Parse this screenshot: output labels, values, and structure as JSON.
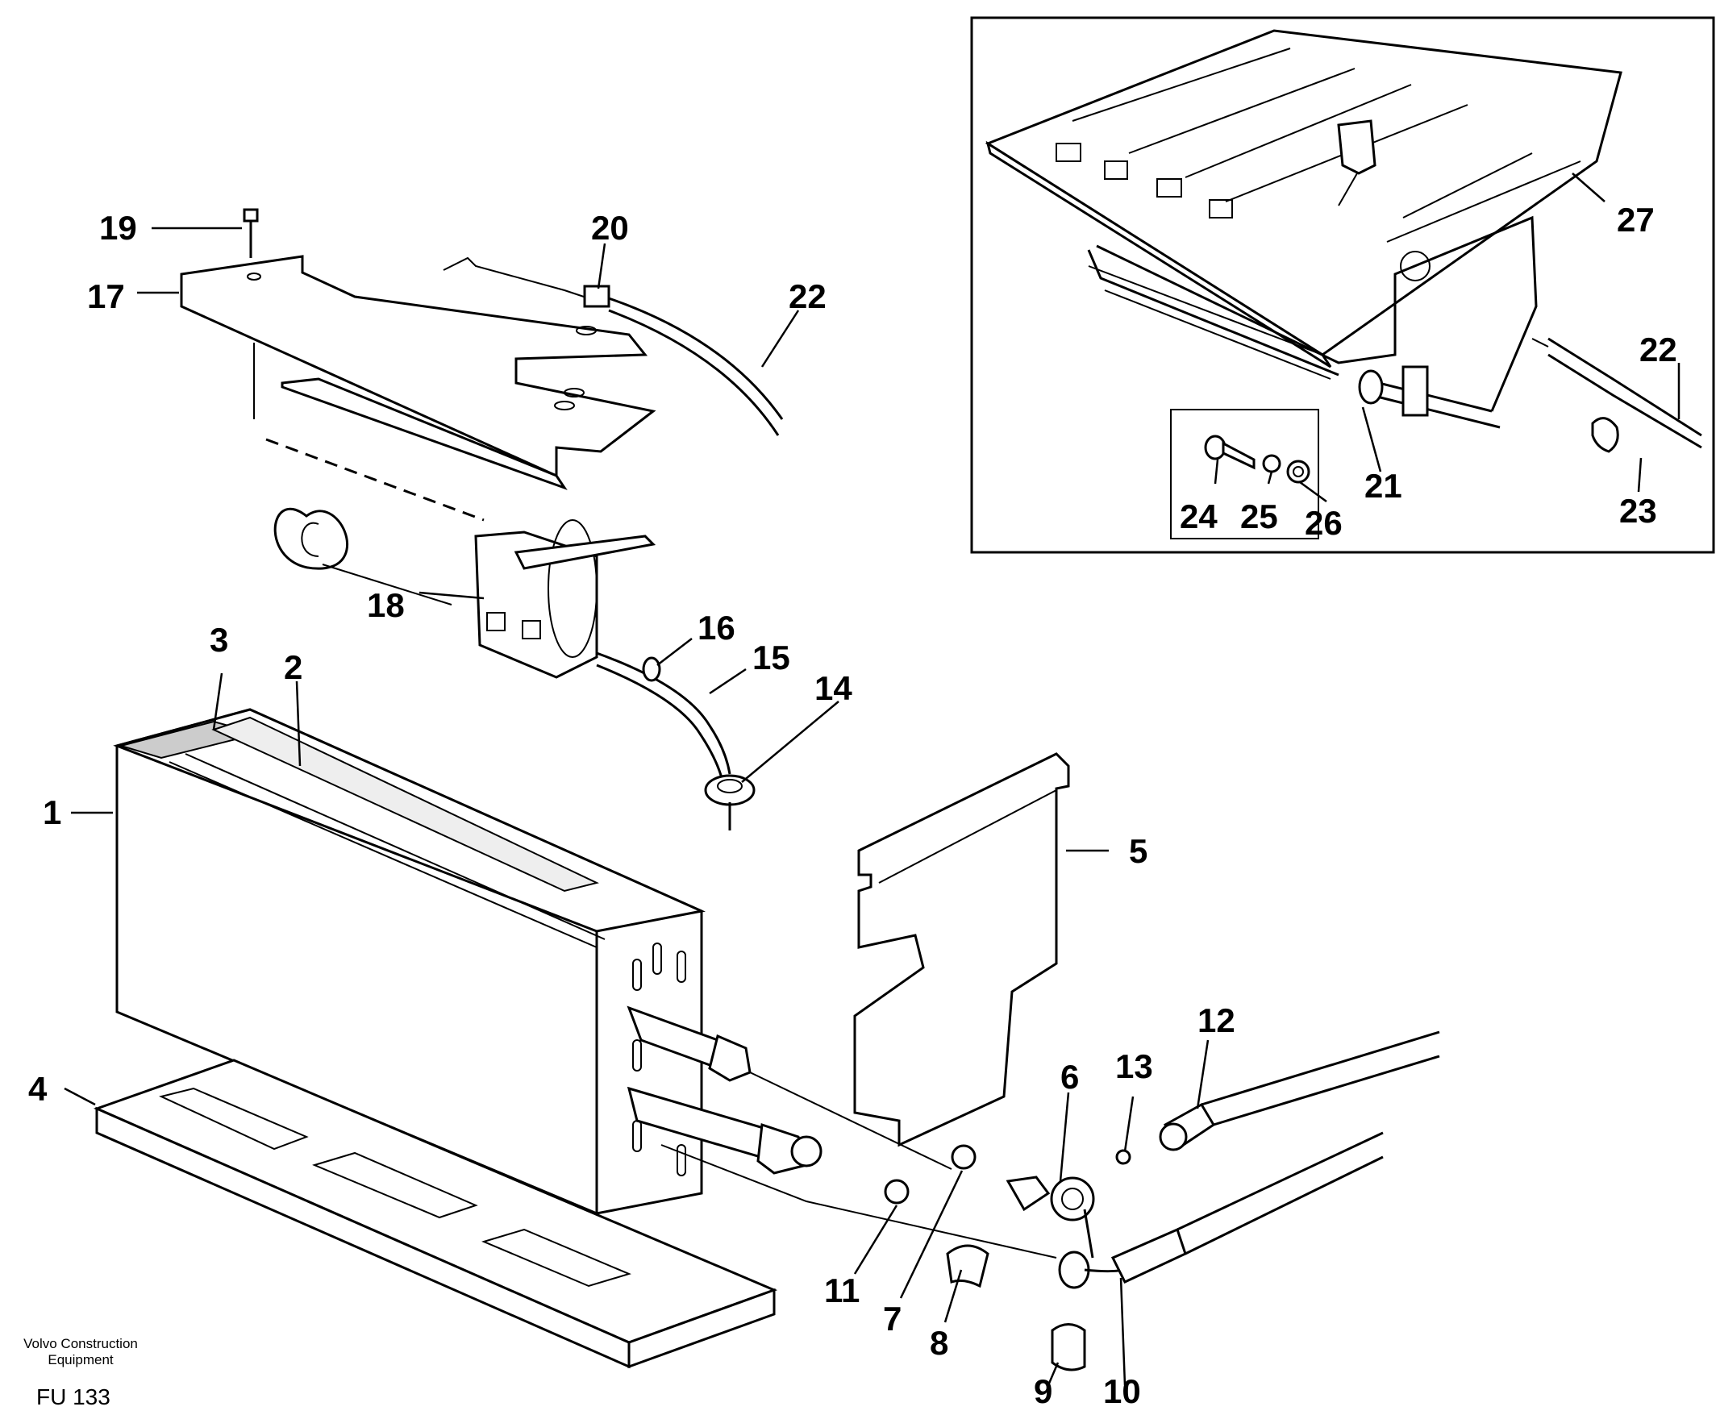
{
  "callouts": {
    "c1": "1",
    "c2": "2",
    "c3": "3",
    "c4": "4",
    "c5": "5",
    "c6": "6",
    "c7": "7",
    "c8": "8",
    "c9": "9",
    "c10": "10",
    "c11": "11",
    "c12": "12",
    "c13": "13",
    "c14": "14",
    "c15": "15",
    "c16": "16",
    "c17": "17",
    "c18": "18",
    "c19": "19",
    "c20": "20",
    "c21": "21",
    "c22a": "22",
    "c22b": "22",
    "c23": "23",
    "c24": "24",
    "c25": "25",
    "c26": "26",
    "c27": "27"
  },
  "footer": {
    "brand_line1": "Volvo Construction",
    "brand_line2": "Equipment",
    "code": "FU 133"
  }
}
